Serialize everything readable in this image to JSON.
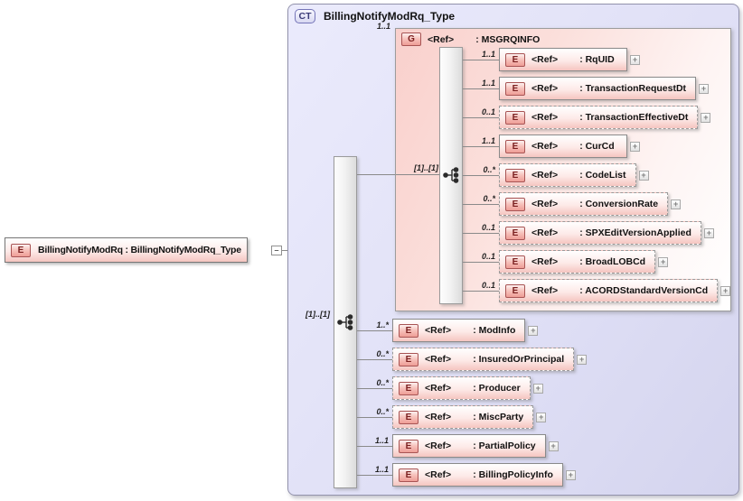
{
  "root": {
    "badge": "E",
    "label": "BillingNotifyModRq : BillingNotifyModRq_Type"
  },
  "complex_type": {
    "badge": "CT",
    "title": "BillingNotifyModRq_Type",
    "sequence_cardinality": "[1]..[1]",
    "group": {
      "badge": "G",
      "ref_label": "<Ref>",
      "name": ": MSGRQINFO",
      "cardinality": "1..1",
      "sequence_cardinality": "[1]..[1]",
      "children": [
        {
          "badge": "E",
          "ref_label": "<Ref>",
          "name": ": RqUID",
          "cardinality": "1..1",
          "optional": false
        },
        {
          "badge": "E",
          "ref_label": "<Ref>",
          "name": ": TransactionRequestDt",
          "cardinality": "1..1",
          "optional": false
        },
        {
          "badge": "E",
          "ref_label": "<Ref>",
          "name": ": TransactionEffectiveDt",
          "cardinality": "0..1",
          "optional": true
        },
        {
          "badge": "E",
          "ref_label": "<Ref>",
          "name": ": CurCd",
          "cardinality": "1..1",
          "optional": false
        },
        {
          "badge": "E",
          "ref_label": "<Ref>",
          "name": ": CodeList",
          "cardinality": "0..*",
          "optional": true
        },
        {
          "badge": "E",
          "ref_label": "<Ref>",
          "name": ": ConversionRate",
          "cardinality": "0..*",
          "optional": true
        },
        {
          "badge": "E",
          "ref_label": "<Ref>",
          "name": ": SPXEditVersionApplied",
          "cardinality": "0..1",
          "optional": true
        },
        {
          "badge": "E",
          "ref_label": "<Ref>",
          "name": ": BroadLOBCd",
          "cardinality": "0..1",
          "optional": true
        },
        {
          "badge": "E",
          "ref_label": "<Ref>",
          "name": ": ACORDStandardVersionCd",
          "cardinality": "0..1",
          "optional": true
        }
      ]
    },
    "children": [
      {
        "badge": "E",
        "ref_label": "<Ref>",
        "name": ": ModInfo",
        "cardinality": "1..*",
        "optional": false
      },
      {
        "badge": "E",
        "ref_label": "<Ref>",
        "name": ": InsuredOrPrincipal",
        "cardinality": "0..*",
        "optional": true
      },
      {
        "badge": "E",
        "ref_label": "<Ref>",
        "name": ": Producer",
        "cardinality": "0..*",
        "optional": true
      },
      {
        "badge": "E",
        "ref_label": "<Ref>",
        "name": ": MiscParty",
        "cardinality": "0..*",
        "optional": true
      },
      {
        "badge": "E",
        "ref_label": "<Ref>",
        "name": ": PartialPolicy",
        "cardinality": "1..1",
        "optional": false
      },
      {
        "badge": "E",
        "ref_label": "<Ref>",
        "name": ": BillingPolicyInfo",
        "cardinality": "1..1",
        "optional": false
      }
    ]
  },
  "icons": {
    "expand_label": "+",
    "collapse_label": "–",
    "sequence_icon": "sequence-compositor"
  },
  "colors": {
    "element_fill_pink": "#f5c5c0",
    "element_border": "#8a8a8a",
    "badge_red": "#7a1f1f",
    "group_fill_pink": "#f9d0cc",
    "complex_type_fill": "#dedef5",
    "complex_type_badge_blue": "#3c3c78",
    "connector_gray": "#8a8a8a"
  }
}
